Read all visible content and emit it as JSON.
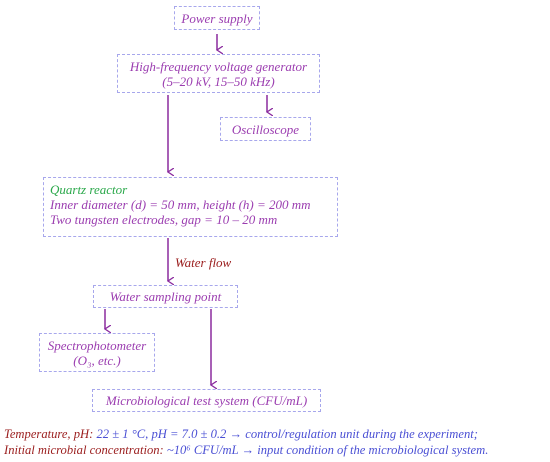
{
  "nodes": {
    "power_supply": "Power supply",
    "generator_line1": "High-frequency voltage generator",
    "generator_line2": "(5–20 kV, 15–50 kHz)",
    "oscilloscope": "Oscilloscope",
    "reactor_title": "Quartz reactor",
    "reactor_line1": "Inner diameter (d) = 50 mm, height (h) = 200 mm",
    "reactor_line2": "Two tungsten electrodes, gap = 10 – 20 mm",
    "sampling_point": "Water sampling point",
    "spectro_line1": "Spectrophotometer",
    "spectro_line2": "(O₃, etc.)",
    "micro_test": "Microbiological test system (CFU/mL)"
  },
  "edge_labels": {
    "water_flow": "Water flow"
  },
  "footer": {
    "line1_label": "Temperature, pH:",
    "line1_value": " 22 ± 1 °C, pH = 7.0 ± 0.2 → control/regulation unit during the experiment;",
    "line2_label": "Initial microbial concentration:",
    "line2_value": " ~10⁶ CFU/mL → input condition of the microbiological system."
  },
  "colors": {
    "node_text": "#9b3db0",
    "node_border": "#a7a7ec",
    "arrow": "#8a2a9e",
    "reactor_title": "#2aa84a",
    "label_maroon": "#9a1c1c",
    "value_blue": "#4a4fd4"
  }
}
